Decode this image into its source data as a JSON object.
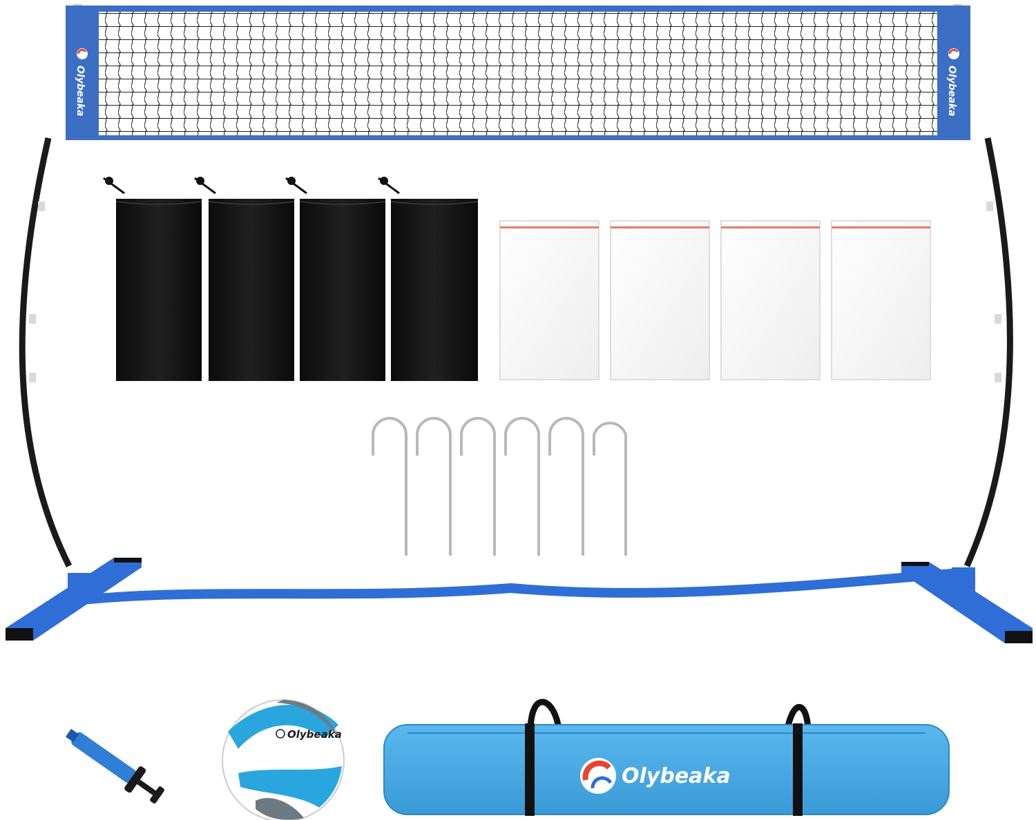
{
  "brand": {
    "name": "Olybeaka",
    "colors": {
      "net_blue": "#3c6fc4",
      "frame_blue": "#2f6ed6",
      "frame_black": "#1a1a1a",
      "bag_blue": "#45a9e4",
      "ball_blue": "#2aa6df",
      "ball_grey": "#6d7a84",
      "logo_red": "#e8442e"
    }
  },
  "items": {
    "storage_pouches": {
      "count": 4,
      "color": "black"
    },
    "zip_bags": {
      "count": 4,
      "color": "clear"
    },
    "ground_stakes": {
      "count": 6
    }
  },
  "net_banner_left": {
    "label": "Olybeaka"
  },
  "net_banner_right": {
    "label": "Olybeaka"
  },
  "ball": {
    "label": "Olybeaka"
  },
  "carry_bag": {
    "label": "Olybeaka"
  }
}
